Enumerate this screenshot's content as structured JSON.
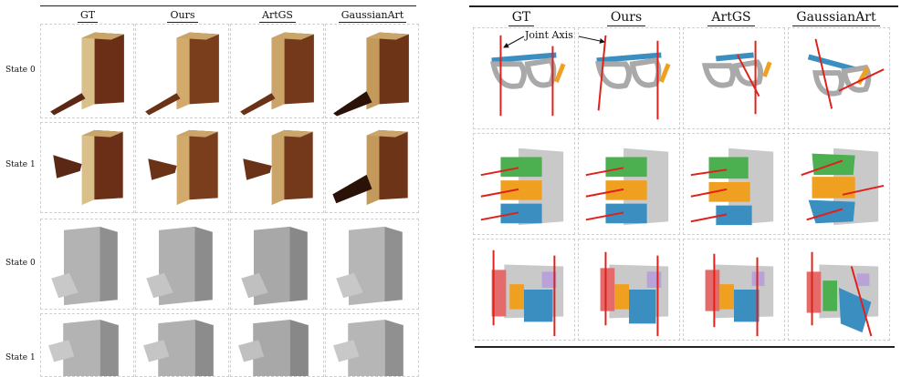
{
  "left": {
    "columns": [
      "GT",
      "Ours",
      "ArtGS",
      "GaussianArt"
    ],
    "rows": [
      "State 0",
      "State 1",
      "State 0",
      "State 1"
    ]
  },
  "right": {
    "columns": [
      "GT",
      "Ours",
      "ArtGS",
      "GaussianArt"
    ],
    "annotation": "Joint Axis"
  },
  "colors": {
    "wood": "#6b2f17",
    "wood_light": "#c9a56a",
    "gray_model": "#a9a9a9",
    "green": "#4caf50",
    "orange": "#f0a020",
    "blue": "#3a8fc0",
    "red_axis": "#e0201a",
    "purple": "#b9a2d8"
  }
}
